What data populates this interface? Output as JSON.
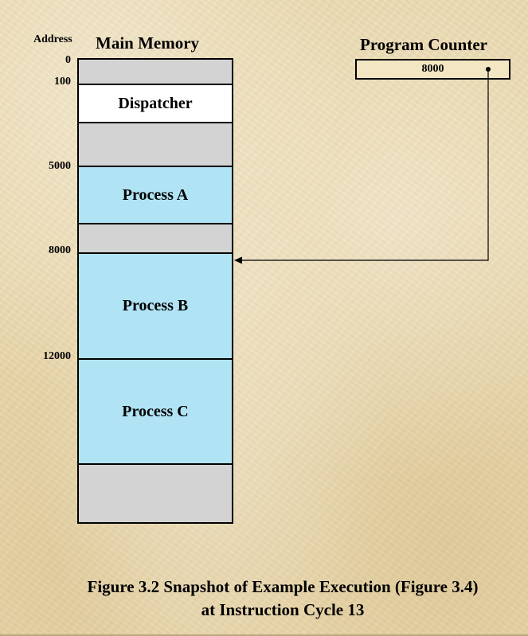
{
  "address_header": "Address",
  "memory_title": "Main Memory",
  "program_counter": {
    "title": "Program Counter",
    "value": "8000"
  },
  "addresses": [
    "0",
    "100",
    "5000",
    "8000",
    "12000"
  ],
  "segments": [
    {
      "label": "",
      "color": "#d3d3d3"
    },
    {
      "label": "Dispatcher",
      "color": "#ffffff"
    },
    {
      "label": "",
      "color": "#d3d3d3"
    },
    {
      "label": "Process A",
      "color": "#b0e4f5"
    },
    {
      "label": "",
      "color": "#d3d3d3"
    },
    {
      "label": "Process B",
      "color": "#b0e4f5"
    },
    {
      "label": "Process C",
      "color": "#b0e4f5"
    },
    {
      "label": "",
      "color": "#d3d3d3"
    }
  ],
  "caption": {
    "line1": "Figure 3.2  Snapshot of Example Execution (Figure 3.4)",
    "line2": "at Instruction Cycle 13"
  }
}
